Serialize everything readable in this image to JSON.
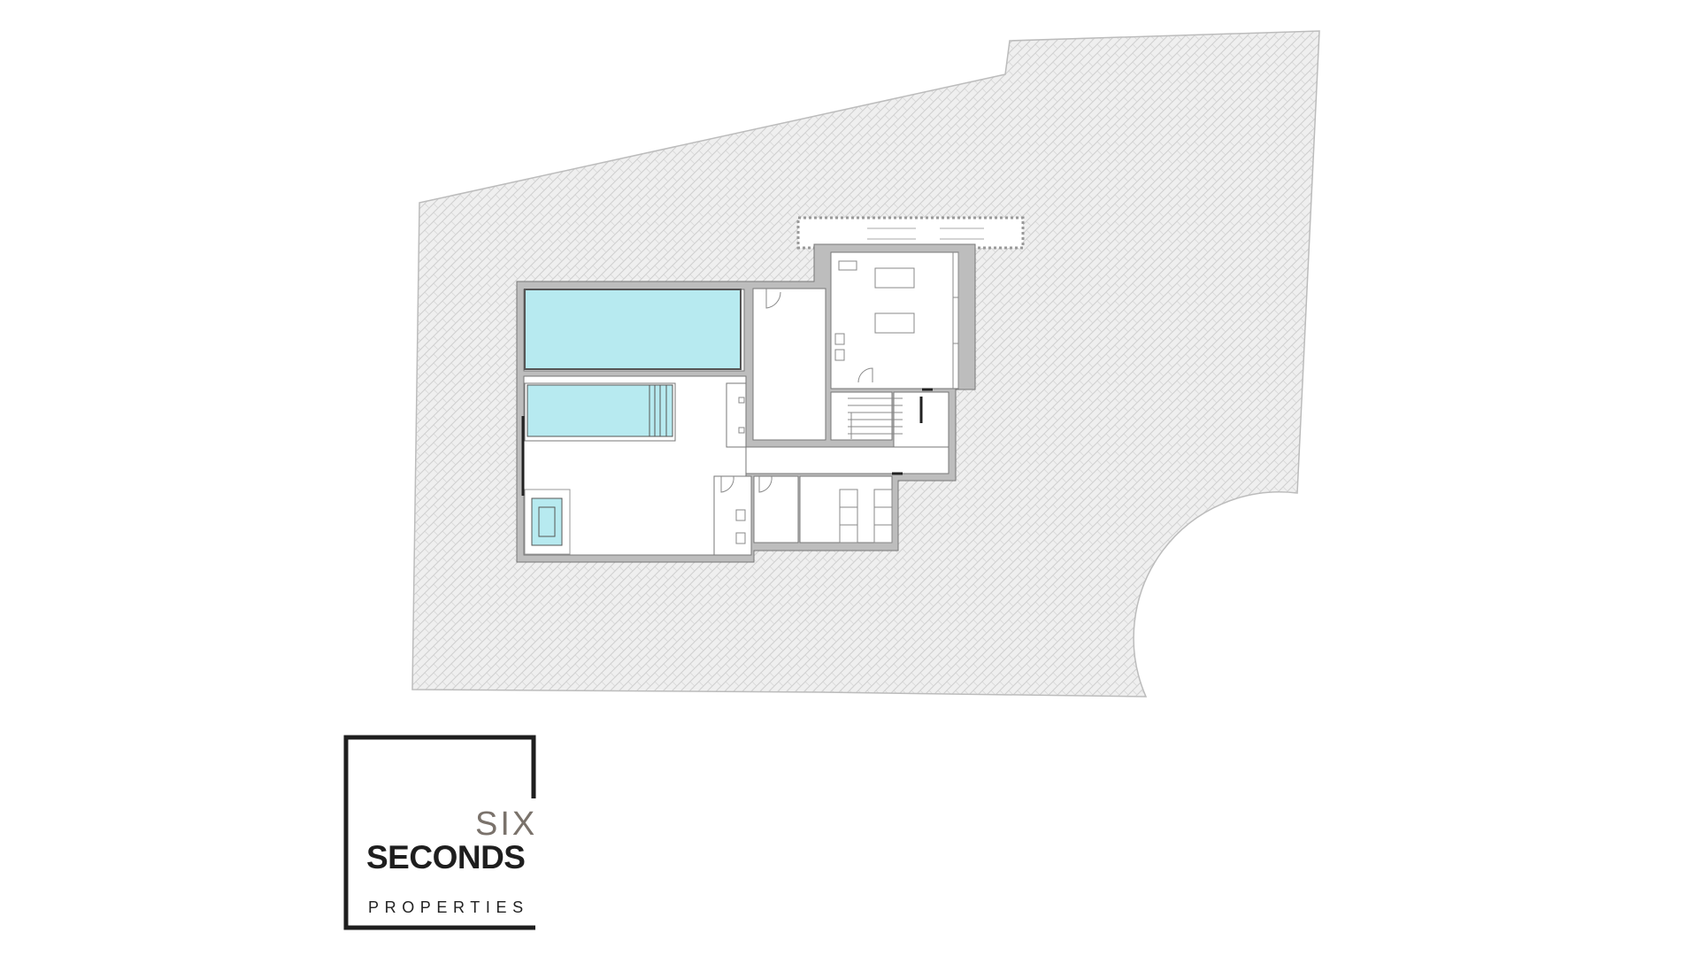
{
  "logo": {
    "line1": "SIX",
    "line2": "SECONDS",
    "line3": "PROPERTIES",
    "colors": {
      "six": "#7a726b",
      "seconds": "#1e1e1e",
      "frame": "#1e1e1e"
    }
  },
  "plan": {
    "colors": {
      "water": "#b7eaf0",
      "wall": "#bdbdbd",
      "terrain": "#ececec"
    }
  }
}
